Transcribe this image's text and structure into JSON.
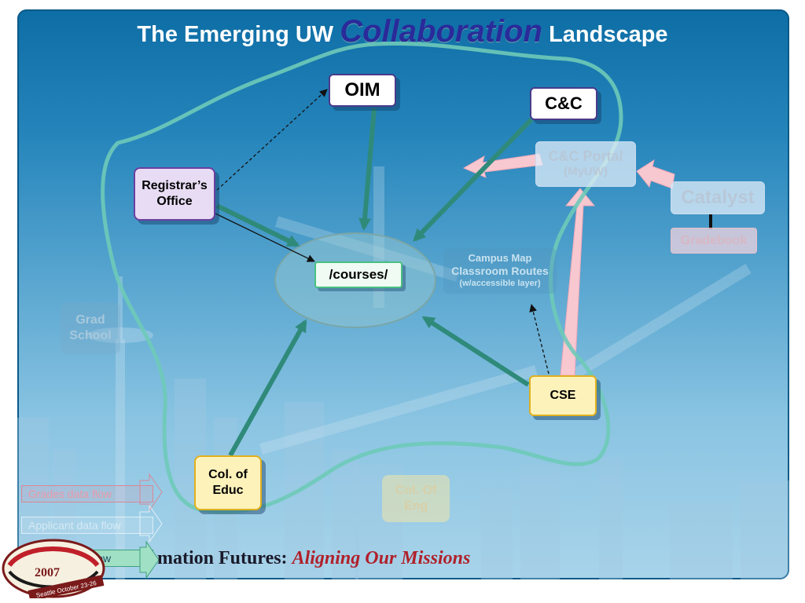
{
  "title": {
    "part1": "The Emerging UW",
    "emphasis": "Collaboration",
    "part2": "Landscape"
  },
  "nodes": {
    "oim": "OIM",
    "cc": "C&C",
    "registrar": "Registrar’s Office",
    "cc_portal": "C&C Portal",
    "cc_portal_sub": "(MyUW)",
    "catalyst": "Catalyst",
    "gradebook": "Gradebook",
    "courses": "/courses/",
    "campus_map_1": "Campus Map",
    "campus_map_2": "Classroom Routes",
    "campus_map_3": "(w/accessible layer)",
    "cse": "CSE",
    "col_educ": "Col. of Educ",
    "col_eng": "Col. Of Eng",
    "grad_school": "Grad School"
  },
  "legend": [
    {
      "label": "Grades  data flow",
      "color": "#e89aa8"
    },
    {
      "label": "Applicant data flow",
      "color": "#ffffff"
    },
    {
      "label": "Course data flow",
      "color": "#40a080"
    }
  ],
  "footer": {
    "prefix": "mation Futures:",
    "missions": "Aligning Our Missions"
  },
  "logo": {
    "year": "2007",
    "place": "Seattle October 23-26"
  },
  "colors": {
    "course_flow": "#3a9a88",
    "grades_flow": "#f8c8d0",
    "boundary": "#6ecab8"
  }
}
